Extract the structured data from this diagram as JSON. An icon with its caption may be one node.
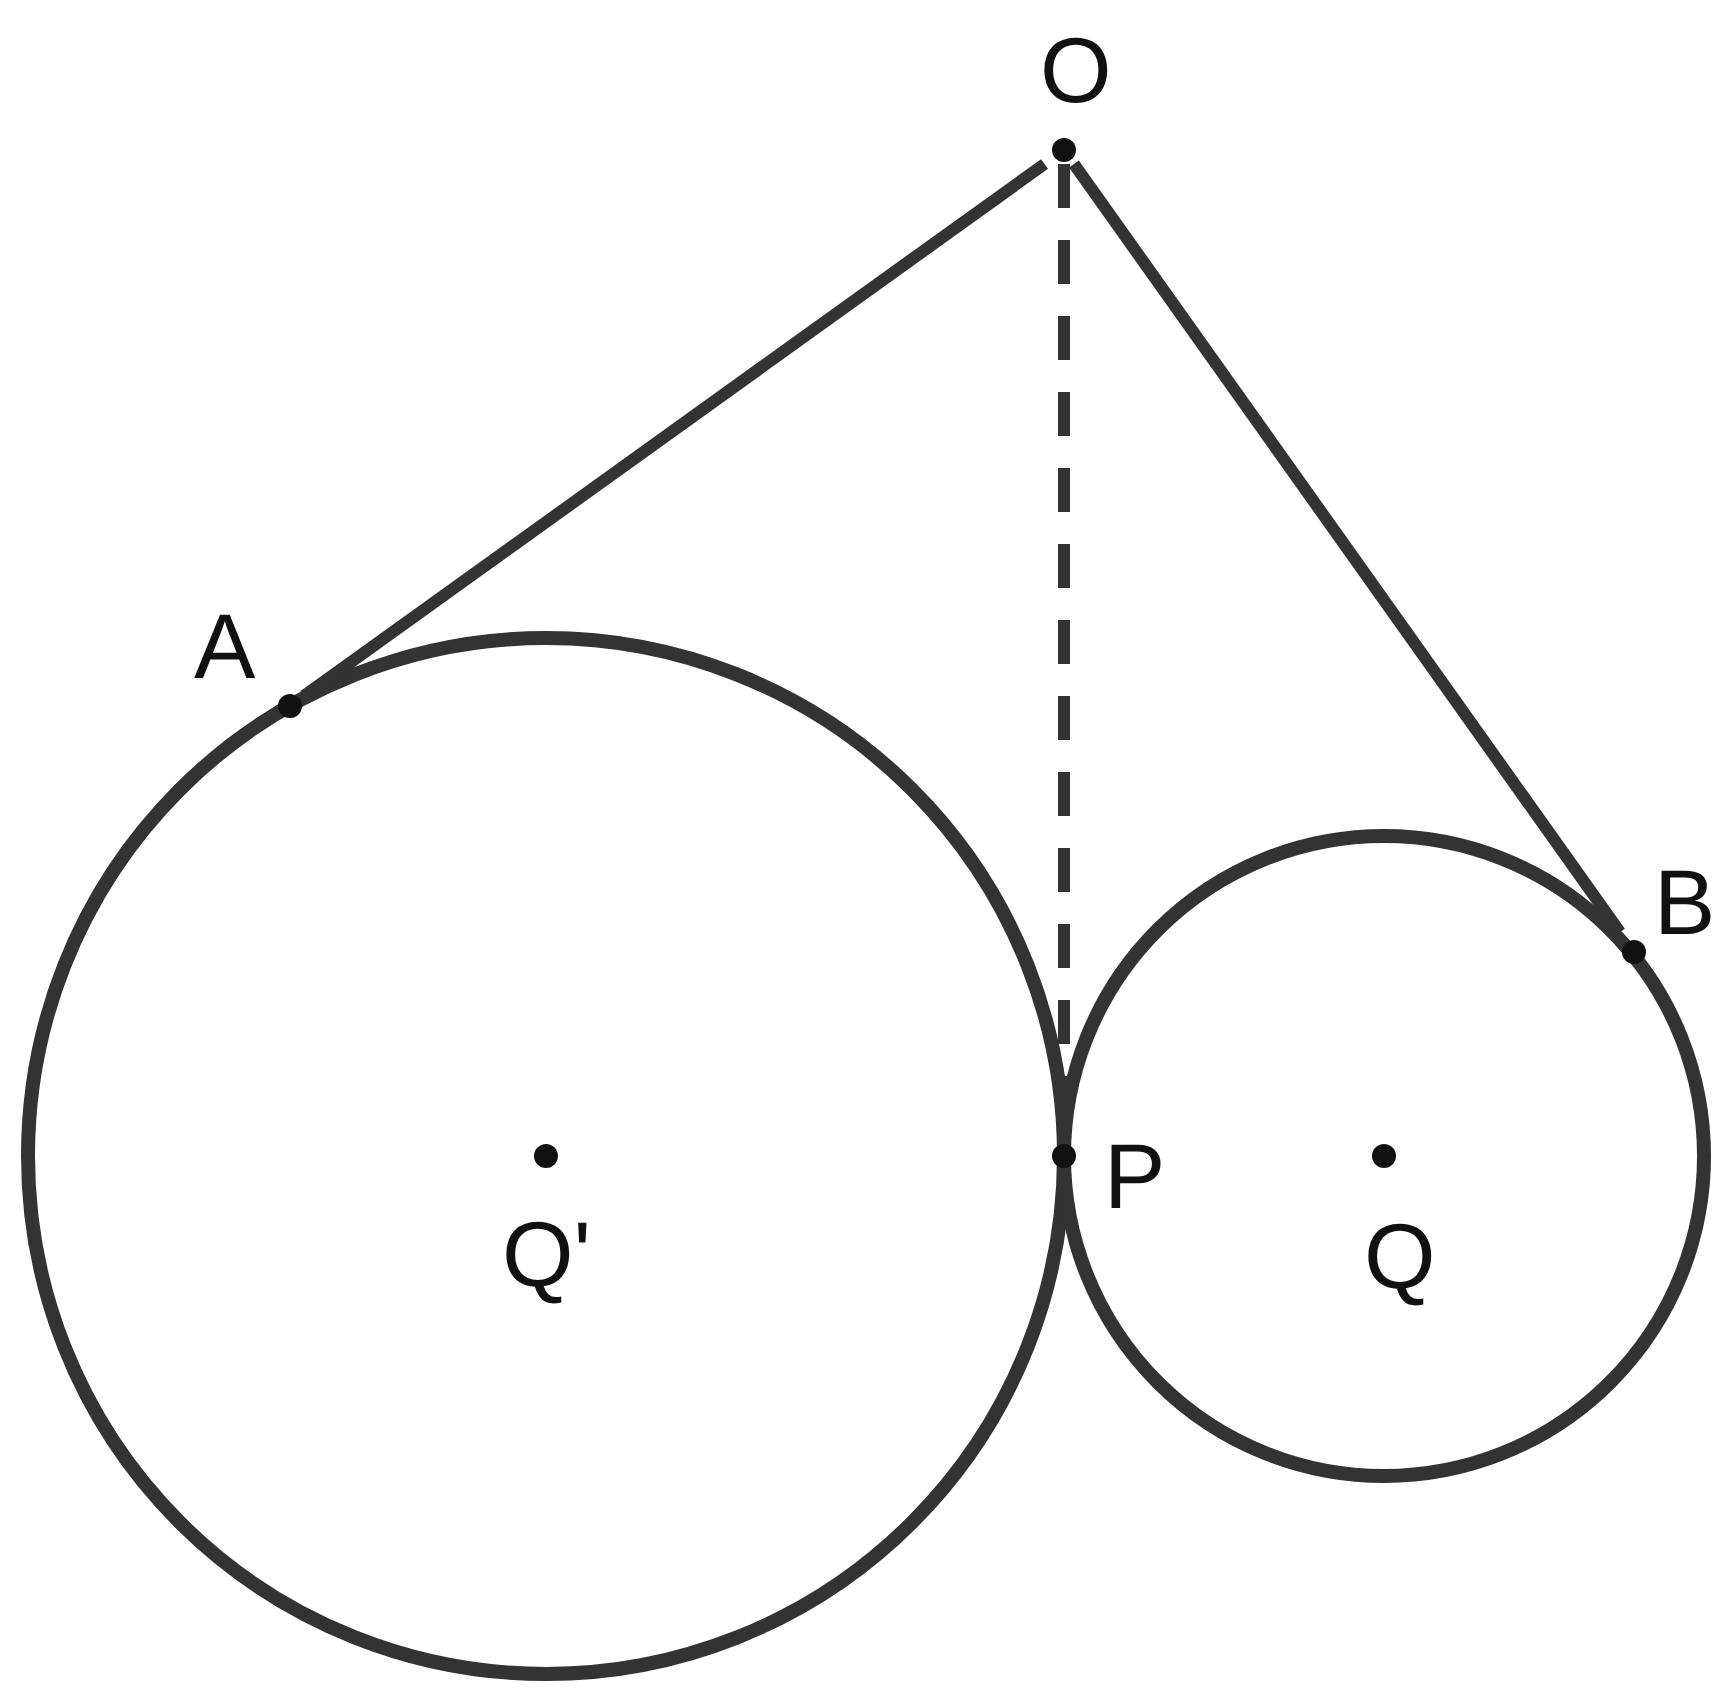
{
  "diagram": {
    "nodes": [
      {
        "text": [
          "O"
        ]
      },
      {
        "text": [
          "A"
        ]
      },
      {
        "text": [
          "B"
        ]
      },
      {
        "text": [
          "P"
        ]
      },
      {
        "text": [
          "Q'"
        ]
      },
      {
        "text": [
          "Q"
        ]
      }
    ],
    "edges": [
      {
        "from": 0,
        "to": 1,
        "arrow": "none"
      },
      {
        "from": 0,
        "to": 2,
        "arrow": "none"
      },
      {
        "from": 0,
        "to": 3,
        "arrow": "none",
        "style": "dashed"
      }
    ]
  }
}
